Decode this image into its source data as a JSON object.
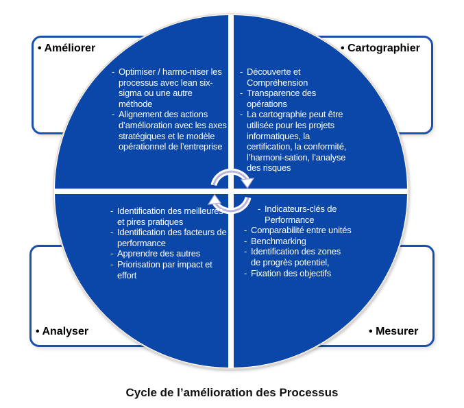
{
  "diagram": {
    "caption": "Cycle de l’amélioration des Processus",
    "colors": {
      "quadrant_fill": "#0a47a9",
      "box_border": "#1b4fae",
      "arrow": "#ffffff",
      "arrow_inner": "#b9b4dc",
      "text_on_blue": "#ffffff",
      "label_text": "#000000"
    },
    "quadrants": [
      {
        "id": "ameliorer",
        "label": "Améliorer",
        "bullet_symbol": "•",
        "items": [
          "Optimiser / harmo-niser les processus avec lean six-sigma ou une autre méthode",
          "Alignement des actions d’amélioration avec les axes stratégiques et le modèle opérationnel de l’entreprise"
        ]
      },
      {
        "id": "cartographier",
        "label": "Cartographier",
        "bullet_symbol": "•",
        "items": [
          "Découverte et Compréhension",
          "Transparence des opérations",
          "La cartographie peut être utilisée pour les projets informatiques, la certification, la conformité, l’harmoni-sation, l’analyse des risques"
        ]
      },
      {
        "id": "analyser",
        "label": "Analyser",
        "bullet_symbol": "•",
        "items": [
          "Identification des meilleures et pires pratiques",
          "Identification des facteurs de performance",
          "Apprendre des autres",
          "Priorisation par impact et effort"
        ]
      },
      {
        "id": "mesurer",
        "label": "Mesurer",
        "bullet_symbol": "•",
        "items": [
          "Indicateurs-clés de Performance",
          "Comparabilité entre unités",
          "Benchmarking",
          "Identification des zones de progrès potentiel,",
          "Fixation des objectifs"
        ]
      }
    ],
    "center_icon": "cycle-arrows-icon",
    "item_dash": "-"
  }
}
